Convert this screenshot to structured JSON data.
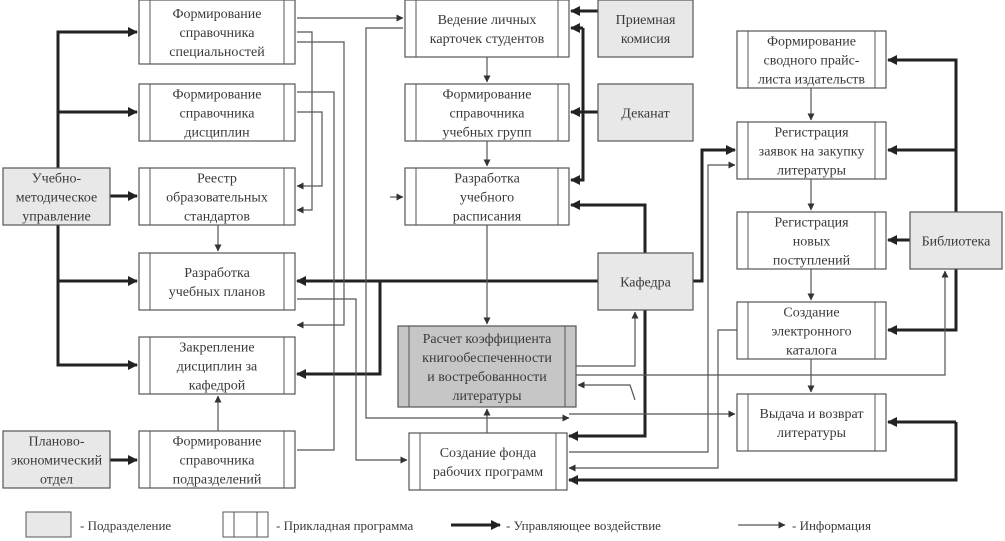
{
  "diagram": {
    "colors": {
      "department_fill": "#e8e8e8",
      "program_fill": "#ffffff",
      "highlight_fill": "#c6c6c6",
      "stroke": "#555555",
      "control_line": "#222222",
      "info_line": "#555555"
    },
    "nodes": [
      {
        "id": "spec",
        "type": "program",
        "lines": [
          "Формирование",
          "справочника",
          "специальностей"
        ]
      },
      {
        "id": "disc",
        "type": "program",
        "lines": [
          "Формирование",
          "справочника",
          "дисциплин"
        ]
      },
      {
        "id": "reestr",
        "type": "program",
        "lines": [
          "Реестр",
          "образовательных",
          "стандартов"
        ]
      },
      {
        "id": "plans",
        "type": "program",
        "lines": [
          "Разработка",
          "учебных планов"
        ]
      },
      {
        "id": "zakr",
        "type": "program",
        "lines": [
          "Закрепление",
          "дисциплин за",
          "кафедрой"
        ]
      },
      {
        "id": "podr",
        "type": "program",
        "lines": [
          "Формирование",
          "справочника",
          "подразделений"
        ]
      },
      {
        "id": "umu",
        "type": "department",
        "lines": [
          "Учебно-",
          "методическое",
          "управление"
        ]
      },
      {
        "id": "peo",
        "type": "department",
        "lines": [
          "Планово-",
          "экономический",
          "отдел"
        ]
      },
      {
        "id": "cards",
        "type": "program",
        "lines": [
          "Ведение личных",
          "карточек студентов"
        ]
      },
      {
        "id": "groups",
        "type": "program",
        "lines": [
          "Формирование",
          "справочника",
          "учебных групп"
        ]
      },
      {
        "id": "sched",
        "type": "program",
        "lines": [
          "Разработка",
          "учебного",
          "расписания"
        ]
      },
      {
        "id": "coef",
        "type": "highlight",
        "lines": [
          "Расчет коэффициента",
          "книгообеспеченности",
          "и востребованности",
          "литературы"
        ]
      },
      {
        "id": "fond",
        "type": "program",
        "lines": [
          "Создание фонда",
          "рабочих программ"
        ]
      },
      {
        "id": "priem",
        "type": "department",
        "lines": [
          "Приемная",
          "комисия"
        ]
      },
      {
        "id": "dekan",
        "type": "department",
        "lines": [
          "Деканат"
        ]
      },
      {
        "id": "kaf",
        "type": "department",
        "lines": [
          "Кафедра"
        ]
      },
      {
        "id": "price",
        "type": "program",
        "lines": [
          "Формирование",
          "сводного прайс-",
          "листа издательств"
        ]
      },
      {
        "id": "zayav",
        "type": "program",
        "lines": [
          "Регистрация",
          "заявок на закупку",
          "литературы"
        ]
      },
      {
        "id": "novye",
        "type": "program",
        "lines": [
          "Регистрация",
          "новых",
          "поступлений"
        ]
      },
      {
        "id": "katal",
        "type": "program",
        "lines": [
          "Создание",
          "электронного",
          "каталога"
        ]
      },
      {
        "id": "vydacha",
        "type": "program",
        "lines": [
          "Выдача и возврат",
          "литературы"
        ]
      },
      {
        "id": "lib",
        "type": "department",
        "lines": [
          "Библиотека"
        ]
      }
    ],
    "legend": [
      {
        "symbol": "department",
        "label": "- Подразделение"
      },
      {
        "symbol": "program",
        "label": "- Прикладная программа"
      },
      {
        "symbol": "control",
        "label": "- Управляющее воздействие"
      },
      {
        "symbol": "info",
        "label": "- Информация"
      }
    ]
  }
}
